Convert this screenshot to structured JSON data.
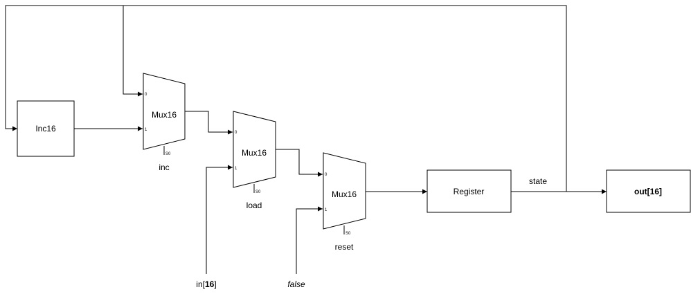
{
  "blocks": {
    "inc16": "Inc16",
    "register": "Register",
    "output": {
      "prefix": "out[",
      "bits": "16",
      "suffix": "]"
    }
  },
  "muxes": [
    {
      "label": "Mux16",
      "port0": "0",
      "port1": "1",
      "sel": "S0",
      "sel_name": "inc"
    },
    {
      "label": "Mux16",
      "port0": "0",
      "port1": "1",
      "sel": "S0",
      "sel_name": "load"
    },
    {
      "label": "Mux16",
      "port0": "0",
      "port1": "1",
      "sel": "S0",
      "sel_name": "reset"
    }
  ],
  "inputs": {
    "in": {
      "prefix": "in[",
      "bits": "16",
      "suffix": "]"
    },
    "false_const": "false"
  },
  "wires": {
    "state": "state"
  }
}
